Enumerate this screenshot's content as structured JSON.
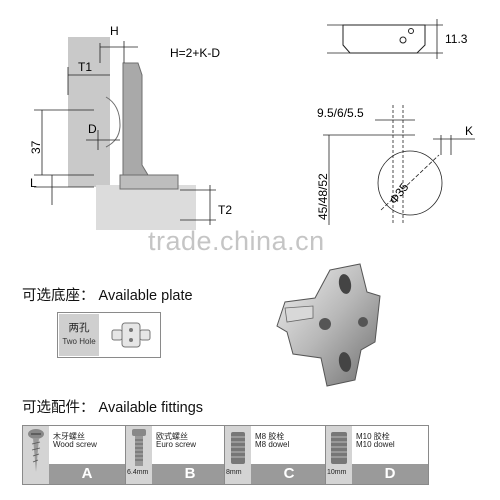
{
  "hinge_drawing": {
    "formula": "H=2+K-D",
    "labels": {
      "h": "H",
      "t1": "T1",
      "d": "D",
      "dim_37": "37",
      "l": "L",
      "t2": "T2"
    }
  },
  "plate_side_drawing": {
    "height_label": "11.3"
  },
  "cup_drawing": {
    "offset_label": "9.5/6/5.5",
    "k_label": "K",
    "vertical_label": "45/48/52",
    "diameter_label": "Φ35"
  },
  "watermark": "trade.china.cn",
  "plate_section": {
    "title": "可选底座：  Available plate",
    "option_cn": "两孔",
    "option_en": "Two Hole"
  },
  "fittings_section": {
    "title": "可选配件：  Available fittings",
    "items": [
      {
        "letter": "A",
        "cn": "木牙螺丝",
        "en": "Wood screw",
        "size": ""
      },
      {
        "letter": "B",
        "cn": "欧式螺丝",
        "en": "Euro screw",
        "size": "6.4mm"
      },
      {
        "letter": "C",
        "cn": "M8 胶栓",
        "en": "M8 dowel",
        "size": "8mm"
      },
      {
        "letter": "D",
        "cn": "M10 胶栓",
        "en": "M10 dowel",
        "size": "10mm"
      }
    ]
  },
  "colors": {
    "steel": "#b8b8b8",
    "steel_dark": "#6e6e6e",
    "tab_gray": "#d4d4d4",
    "letter_bar": "#9a9a9a"
  }
}
